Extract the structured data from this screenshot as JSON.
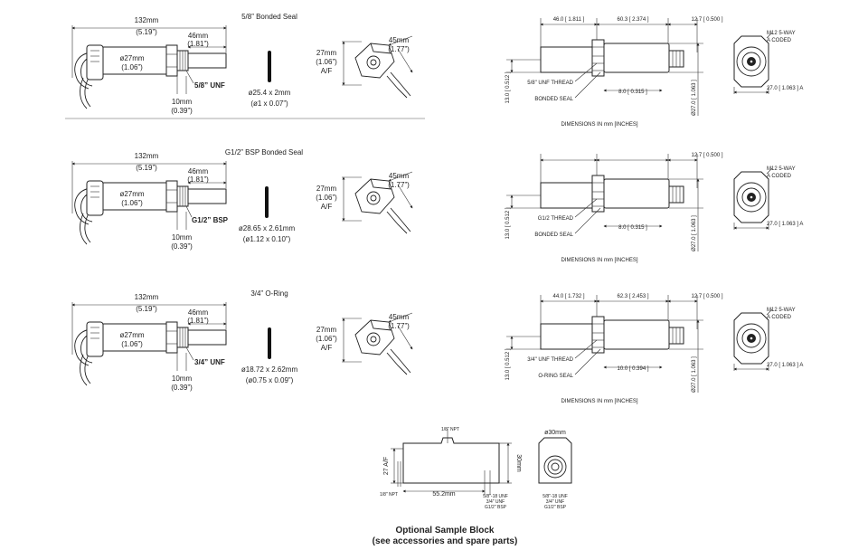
{
  "sections": [
    {
      "title": "5/8” Bonded Seal",
      "overall_mm": "132mm",
      "overall_in": "(5.19”)",
      "probe_mm": "46mm",
      "probe_in": "(1.81”)",
      "dia_mm": "ø27mm",
      "dia_in": "(1.06”)",
      "thread": "5/8” UNF",
      "shoulder_mm": "10mm",
      "shoulder_in": "(0.39”)",
      "seal_mm": "ø25.4 x 2mm",
      "seal_in": "(ø1 x 0.07”)",
      "af_mm": "27mm",
      "af_in": "(1.06”)",
      "af_label": "A/F",
      "conn_mm": "45mm",
      "conn_in": "(1.77”)",
      "tech": {
        "d_probe": "46.0 [ 1.811 ]",
        "d_body": "60.3 [ 2.374 ]",
        "d_conn": "12.7 [ 0.500 ]",
        "d_height": "13.0 [ 0.512 ]",
        "thread_label": "5/8\" UNF THREAD",
        "seal_label": "BONDED SEAL",
        "d_hex": "8.0 [ 0.315 ]",
        "d_dia": "Ø27.0 [ 1.063 ]",
        "m12": "M12 5-WAY",
        "coded": "A CODED",
        "end_dim": "27.0 [ 1.063 ] A",
        "caption": "DIMENSIONS IN mm [INCHES]"
      }
    },
    {
      "title": "G1/2” BSP Bonded Seal",
      "overall_mm": "132mm",
      "overall_in": "(5.19”)",
      "probe_mm": "46mm",
      "probe_in": "(1.81”)",
      "dia_mm": "ø27mm",
      "dia_in": "(1.06”)",
      "thread": "G1/2” BSP",
      "shoulder_mm": "10mm",
      "shoulder_in": "(0.39”)",
      "seal_mm": "ø28.65 x 2.61mm",
      "seal_in": "(ø1.12 x 0.10”)",
      "af_mm": "27mm",
      "af_in": "(1.06”)",
      "af_label": "A/F",
      "conn_mm": "45mm",
      "conn_in": "(1.77”)",
      "tech": {
        "d_probe": "",
        "d_body": "",
        "d_conn": "12.7 [ 0.500 ]",
        "d_height": "13.0 [ 0.512 ]",
        "thread_label": "G1/2 THREAD",
        "seal_label": "BONDED SEAL",
        "d_hex": "8.0 [ 0.315 ]",
        "d_dia": "Ø27.0 [ 1.063 ]",
        "m12": "M12 5-WAY",
        "coded": "A CODED",
        "end_dim": "27.0 [ 1.063 ] A",
        "caption": "DIMENSIONS IN mm [INCHES]"
      }
    },
    {
      "title": "3/4” O-Ring",
      "overall_mm": "132mm",
      "overall_in": "(5.19”)",
      "probe_mm": "46mm",
      "probe_in": "(1.81”)",
      "dia_mm": "ø27mm",
      "dia_in": "(1.06”)",
      "thread": "3/4” UNF",
      "shoulder_mm": "10mm",
      "shoulder_in": "(0.39”)",
      "seal_mm": "ø18.72 x 2.62mm",
      "seal_in": "(ø0.75 x 0.09”)",
      "af_mm": "27mm",
      "af_in": "(1.06”)",
      "af_label": "A/F",
      "conn_mm": "45mm",
      "conn_in": "(1.77”)",
      "tech": {
        "d_probe": "44.0 [ 1.732 ]",
        "d_body": "62.3 [ 2.453 ]",
        "d_conn": "12.7 [ 0.500 ]",
        "d_height": "13.0 [ 0.512 ]",
        "thread_label": "3/4\" UNF THREAD",
        "seal_label": "O-RING SEAL",
        "d_hex": "10.0 [ 0.394 ]",
        "d_dia": "Ø27.0 [ 1.063 ]",
        "m12": "M12 5-WAY",
        "coded": "A CODED",
        "end_dim": "27.0 [ 1.063 ] A",
        "caption": "DIMENSIONS IN mm [INCHES]"
      }
    }
  ],
  "sample_block": {
    "npt_top": "1/8\" NPT",
    "af": "27 A/F",
    "height": "30mm",
    "npt_left": "1/8\" NPT",
    "length": "55.2mm",
    "threads_side": [
      "5/8\"-18 UNF",
      "3/4\" UNF",
      "G1/2\" BSP"
    ],
    "dia": "ø30mm",
    "threads_end": [
      "5/8\"-18 UNF",
      "3/4\" UNF",
      "G1/2\" BSP"
    ]
  },
  "footer": {
    "line1": "Optional Sample Block",
    "line2": "(see accessories and spare parts)"
  }
}
